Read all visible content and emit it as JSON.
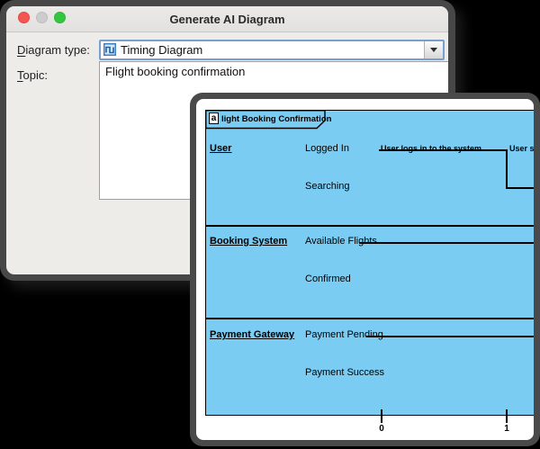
{
  "background_color": "#000000",
  "dialog": {
    "title": "Generate AI Diagram",
    "traffic_lights": {
      "close": "#F5564F",
      "minimize": "#CCCCCC",
      "zoom": "#34C63F"
    },
    "fields": {
      "diagram_type": {
        "mnemonic": "D",
        "label_rest": "iagram type:",
        "value": "Timing Diagram",
        "icon": "timing-diagram-icon"
      },
      "topic": {
        "mnemonic": "T",
        "label_rest": "opic:",
        "value": "Flight booking confirmation"
      }
    }
  },
  "preview": {
    "tab": {
      "icon_letter": "a",
      "label": "light Booking Confirmation"
    },
    "lifelines": [
      {
        "name": "User",
        "states": [
          "Logged In",
          "Searching"
        ],
        "annotations": [
          "User logs in to the system",
          "User sea"
        ]
      },
      {
        "name": "Booking System",
        "states": [
          "Available Flights",
          "Confirmed"
        ],
        "annotations": []
      },
      {
        "name": "Payment Gateway",
        "states": [
          "Payment Pending",
          "Payment Success"
        ],
        "annotations": []
      }
    ],
    "axis": {
      "ticks": [
        "0",
        "1"
      ]
    },
    "colors": {
      "canvas": "#7BCCF2",
      "frame": "#4A4A4A"
    }
  }
}
